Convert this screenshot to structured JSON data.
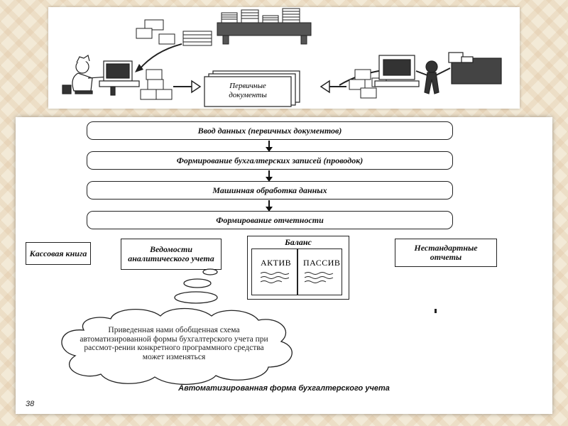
{
  "illustration": {
    "primary_docs_label_line1": "Первичные",
    "primary_docs_label_line2": "документы"
  },
  "flow": {
    "steps": [
      "Ввод данных (первичных документов)",
      "Формирование бухгалтерских записей (проводок)",
      "Машинная обработка данных",
      "Формирование отчетности"
    ]
  },
  "outputs": {
    "cash_book": "Кассовая книга",
    "analytic_statements": "Ведомости аналитического учета",
    "balance": {
      "title": "Баланс",
      "assets": "АКТИВ",
      "liabilities": "ПАССИВ"
    },
    "nonstandard_reports": "Нестандартные отчеты"
  },
  "note": {
    "text": "Приведенная нами обобщенная схема автоматизированной формы бухгалтерского учета при рассмот-рении конкретного программного средства может изменяться"
  },
  "caption": "Автоматизированная форма бухгалтерского учета",
  "page_number": "38"
}
